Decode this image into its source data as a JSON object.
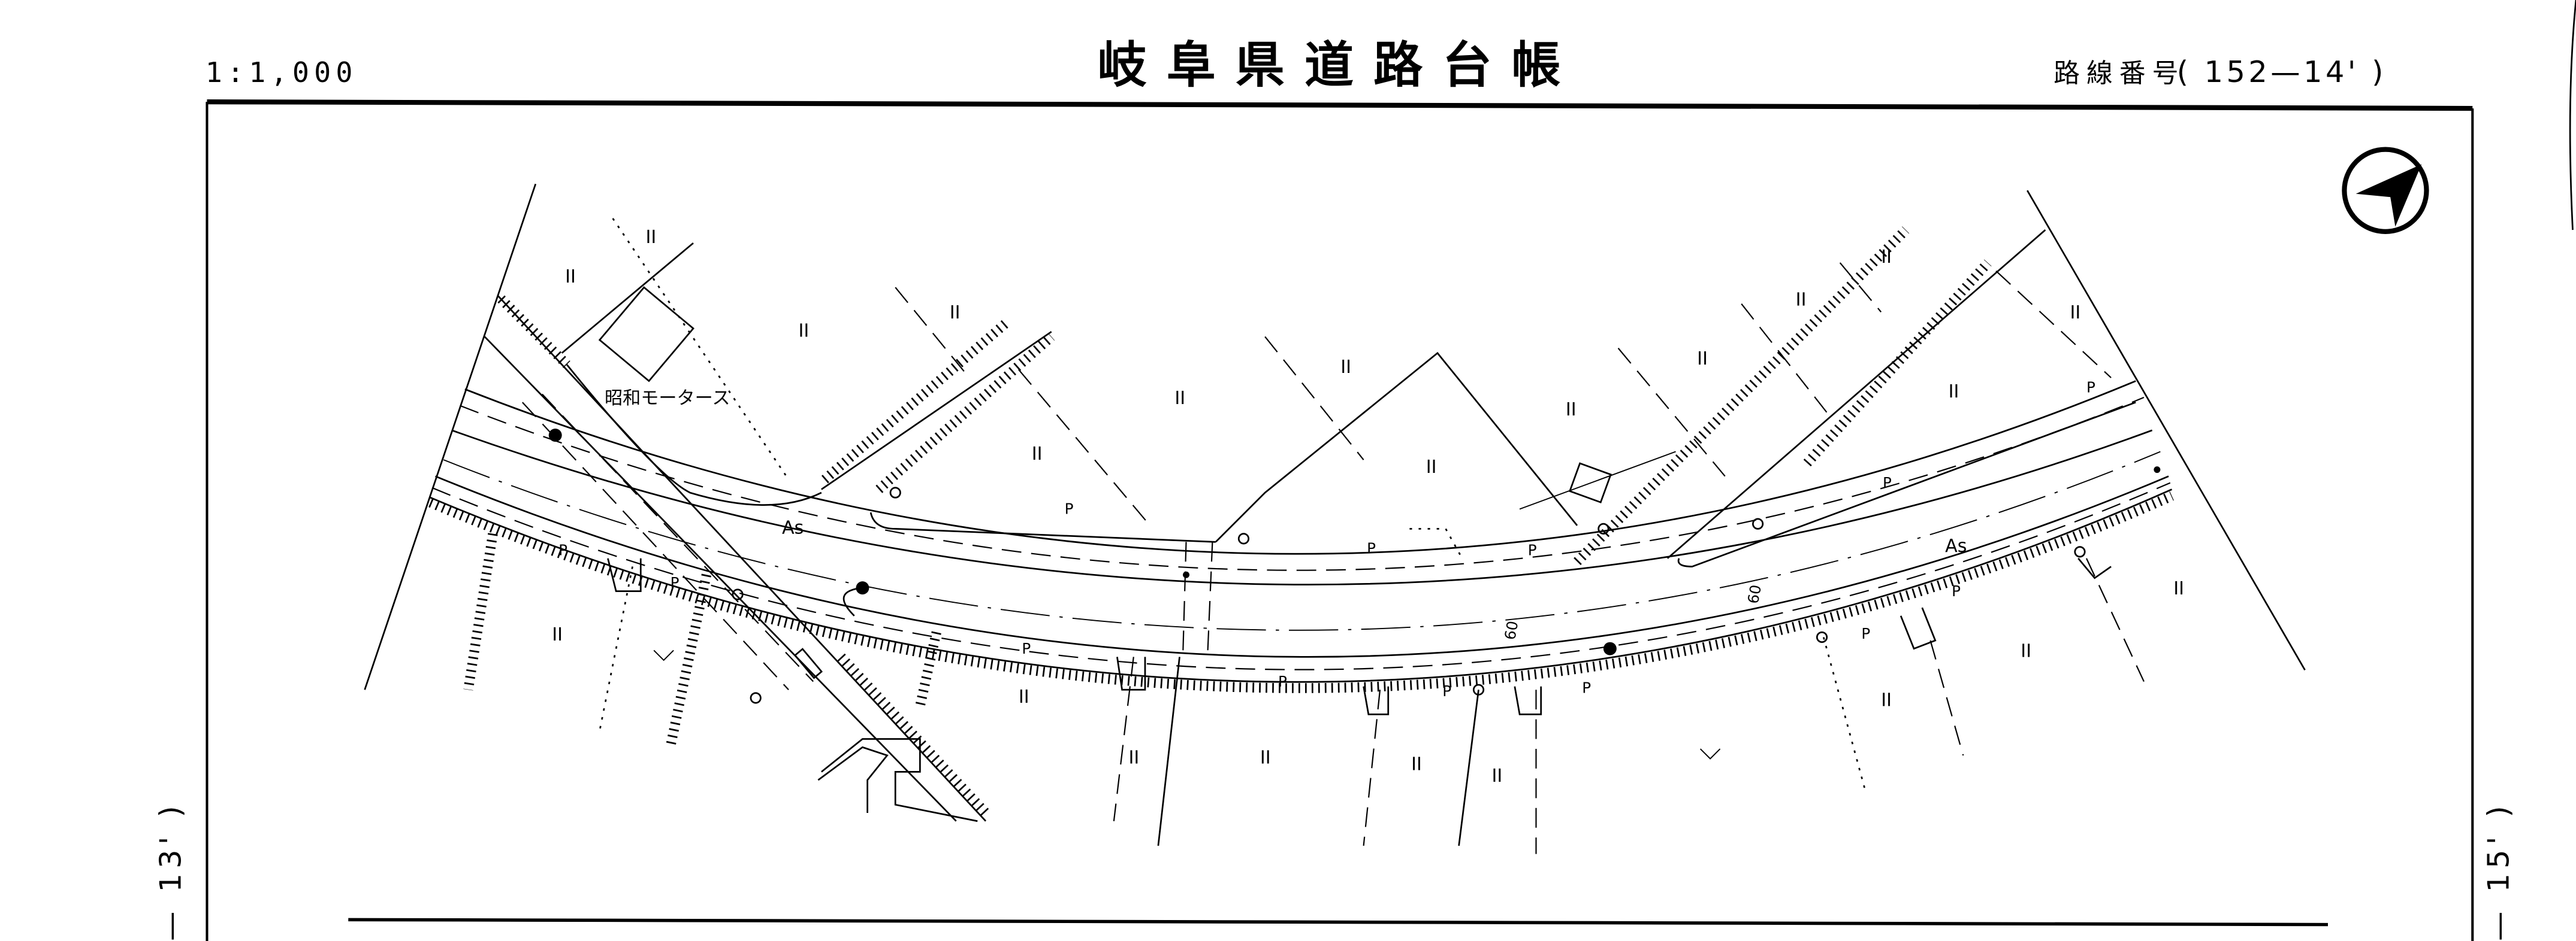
{
  "header": {
    "scale": "1:1,000",
    "title": "岐阜県道路台帳",
    "route_label": "路線番号",
    "route_number": "( 152—14' )"
  },
  "side_refs": {
    "left": "— 13' )",
    "right": "— 15' )"
  },
  "map": {
    "place_name": "昭和モータース",
    "surface_label": "As",
    "field_symbol": "II",
    "parking_symbol": "P",
    "width_label": "60",
    "north_arrow": "north-arrow-icon"
  }
}
